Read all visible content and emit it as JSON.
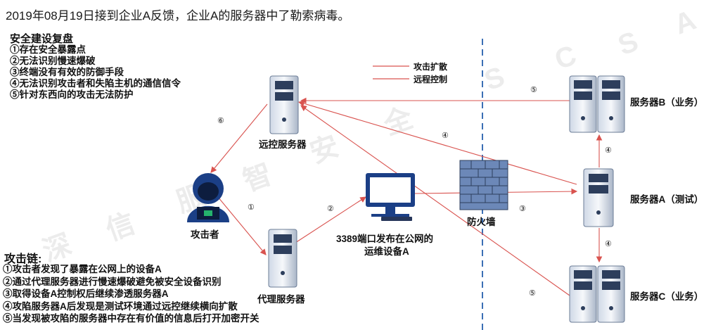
{
  "title": "2019年08月19日接到企业A反馈，企业A的服务器中了勒索病毒。",
  "review": {
    "heading": "安全建设复盘",
    "items": [
      "①存在安全暴露点",
      "②无法识别慢速爆破",
      "③终端没有有效的防御手段",
      "④无法识别攻击者和失陷主机的通信信令",
      "⑤针对东西向的攻击无法防护"
    ]
  },
  "chain": {
    "heading": "攻击链:",
    "items": [
      "①攻击者发现了暴露在公网上的设备A",
      "②通过代理服务器进行慢速爆破避免被安全设备识别",
      "③取得设备A控制权后继续渗透服务器A",
      "④攻陷服务器A后发现是测试环境通过远控继续横向扩散",
      "⑤当发现被攻陷的服务器中存在有价值的信息后打开加密开关"
    ]
  },
  "legend": {
    "spread": "攻击扩散",
    "remote": "远程控制",
    "color": "#d9534f"
  },
  "nodes": {
    "remote_server": "远控服务器",
    "attacker": "攻击者",
    "proxy_server": "代理服务器",
    "device": "3389端口发布在公网的",
    "device_line2": "运维设备A",
    "firewall": "防火墙",
    "server_a": "服务器A（测试）",
    "server_b": "服务器B（业务）",
    "server_c": "服务器C（业务）"
  },
  "steps": {
    "s1": "①",
    "s2": "②",
    "s3": "③",
    "s4a": "④",
    "s4b": "④",
    "s4c": "④",
    "s5a": "⑤",
    "s5b": "⑤",
    "s6": "⑥"
  },
  "watermark": [
    "深",
    "信",
    "服",
    "智",
    "安",
    "全",
    "S",
    "C",
    "S",
    "A"
  ]
}
